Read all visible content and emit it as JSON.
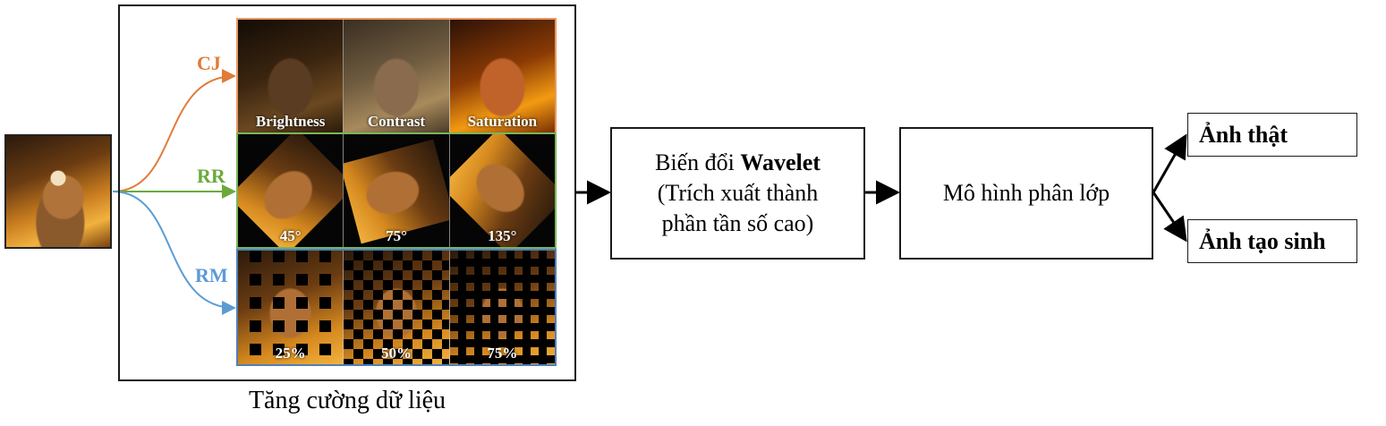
{
  "augmentation": {
    "caption": "Tăng cường dữ liệu",
    "branches": {
      "cj": {
        "label": "CJ",
        "color": "#e07b39",
        "tiles": [
          "Brightness",
          "Contrast",
          "Saturation"
        ]
      },
      "rr": {
        "label": "RR",
        "color": "#6aaa3c",
        "tiles": [
          "45°",
          "75°",
          "135°"
        ]
      },
      "rm": {
        "label": "RM",
        "color": "#5b9bd5",
        "tiles": [
          "25%",
          "50%",
          "75%"
        ]
      }
    }
  },
  "wavelet": {
    "line1_prefix": "Biến đổi ",
    "line1_bold": "Wavelet",
    "line2": "(Trích xuất thành",
    "line3": "phần tần số cao)"
  },
  "classifier": {
    "label": "Mô hình phân lớp"
  },
  "outputs": {
    "real": "Ảnh thật",
    "generated": "Ảnh tạo sinh"
  }
}
